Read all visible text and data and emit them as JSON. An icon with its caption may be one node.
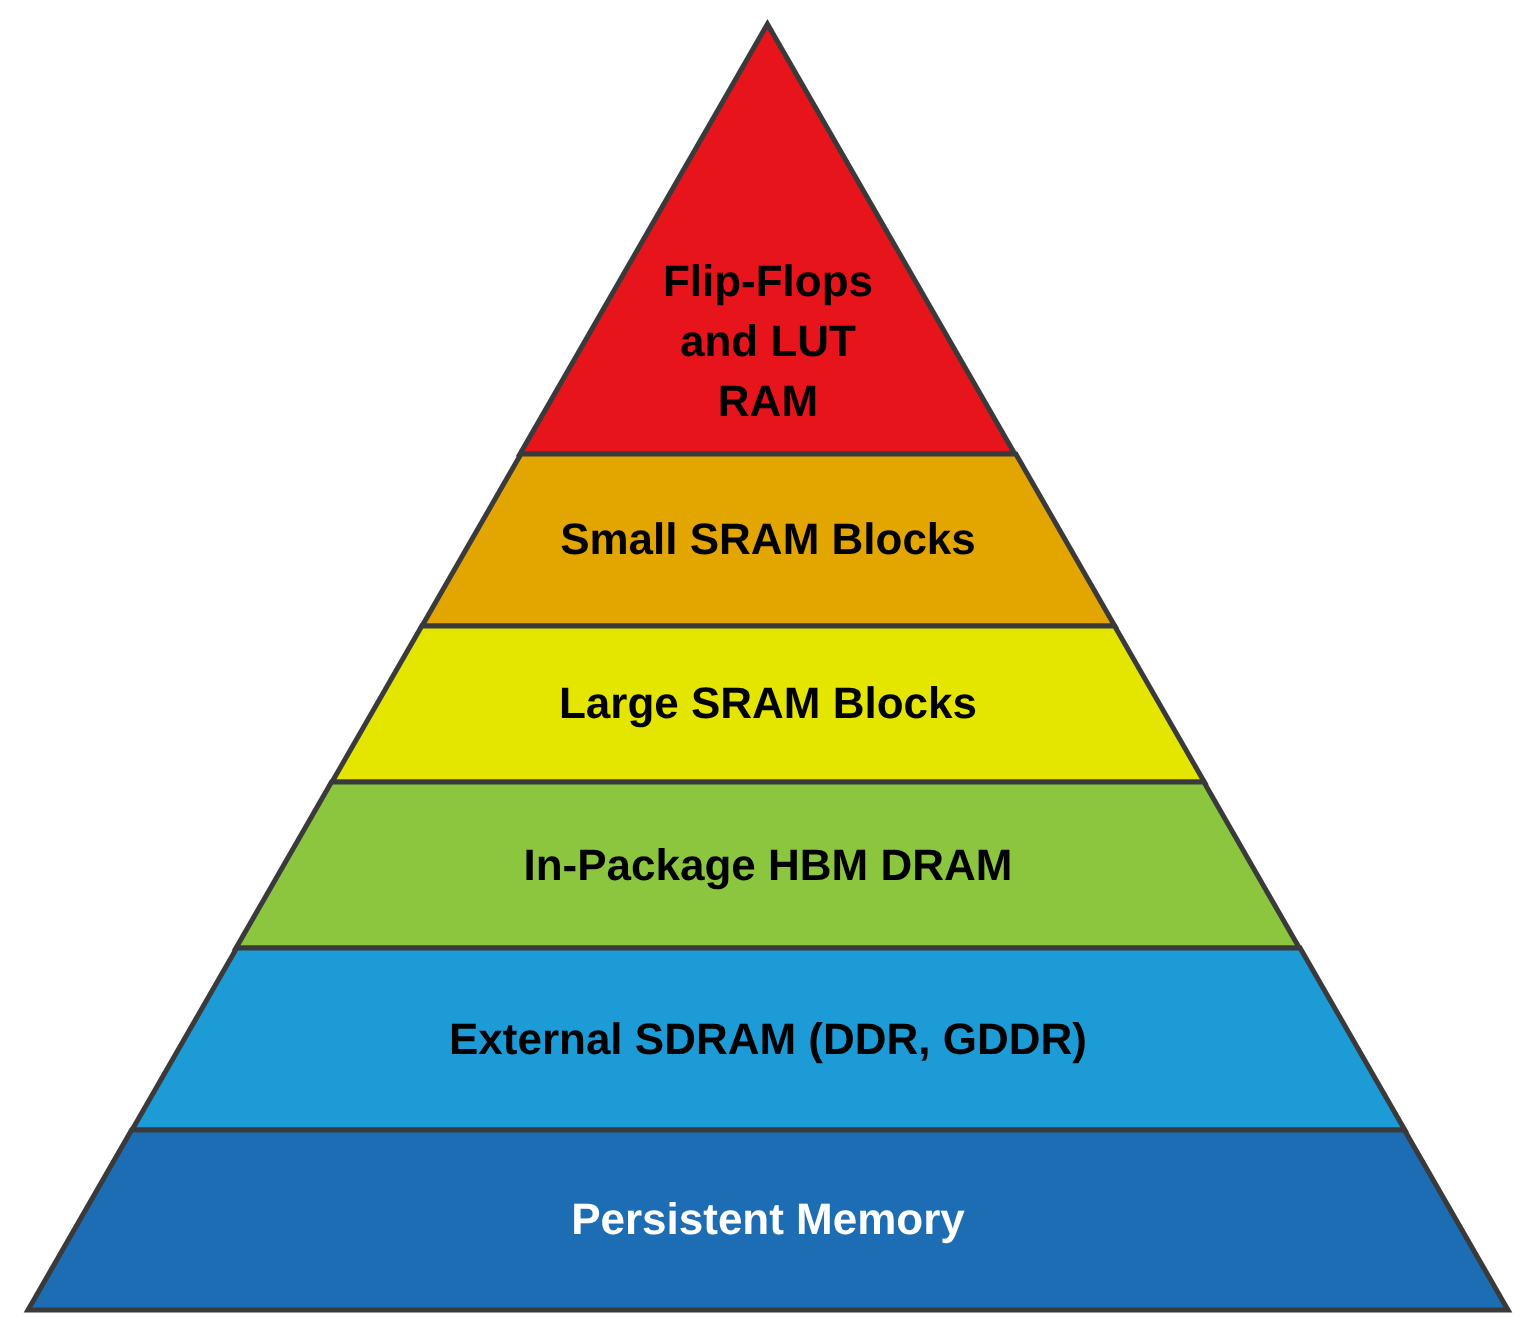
{
  "diagram": {
    "nodes": [
      {
        "text": [
          "Flip-Flops and LUT RAM"
        ]
      },
      {
        "text": [
          "Small SRAM Blocks"
        ]
      },
      {
        "text": [
          "Large SRAM Blocks"
        ]
      },
      {
        "text": [
          "In-Package HBM DRAM"
        ]
      },
      {
        "text": [
          "External SDRAM (DDR, GDDR)"
        ]
      },
      {
        "text": [
          "Persistent Memory"
        ]
      }
    ]
  }
}
